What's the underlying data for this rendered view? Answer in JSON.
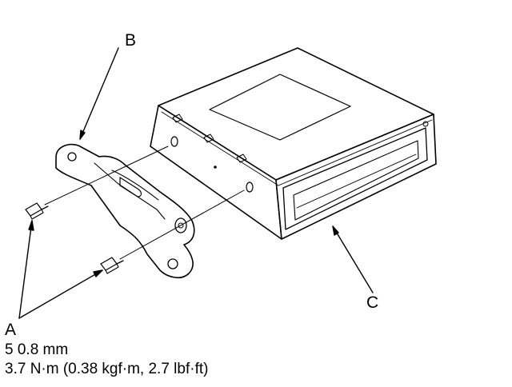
{
  "labels": {
    "a": "A",
    "b": "B",
    "c": "C"
  },
  "spec": {
    "bolt_size": "5 0.8 mm",
    "torque": "3.7 N·m (0.38 kgf·m, 2.7 lbf·ft)"
  }
}
